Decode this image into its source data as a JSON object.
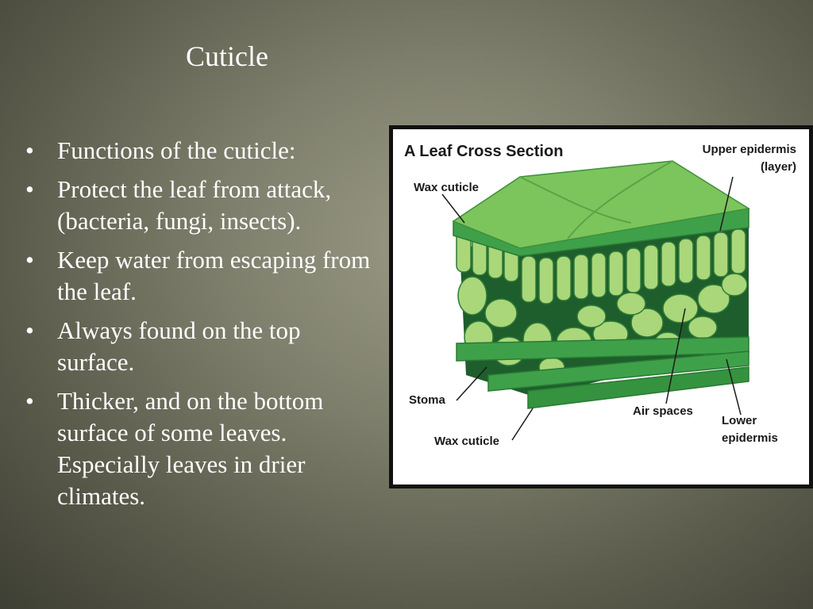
{
  "slide": {
    "title": "Cuticle",
    "bullets": [
      "Functions of the cuticle:",
      "Protect the leaf from attack, (bacteria, fungi, insects).",
      "Keep water from escaping from the leaf.",
      "Always found on the top surface.",
      "Thicker, and on the bottom surface of some leaves. Especially leaves in drier climates."
    ]
  },
  "diagram": {
    "title": "A Leaf Cross Section",
    "labels": {
      "wax_cuticle_top": "Wax cuticle",
      "upper_epidermis_1": "Upper epidermis",
      "upper_epidermis_2": "(layer)",
      "stoma": "Stoma",
      "air_spaces": "Air spaces",
      "lower_epidermis_1": "Lower",
      "lower_epidermis_2": "epidermis",
      "wax_cuticle_bottom": "Wax cuticle"
    },
    "colors": {
      "leaf_top": "#7cc45c",
      "epidermis": "#3fa04a",
      "cell": "#a9d77a",
      "cell_outline": "#2f7a36",
      "air_space": "#1e5e2c"
    }
  }
}
